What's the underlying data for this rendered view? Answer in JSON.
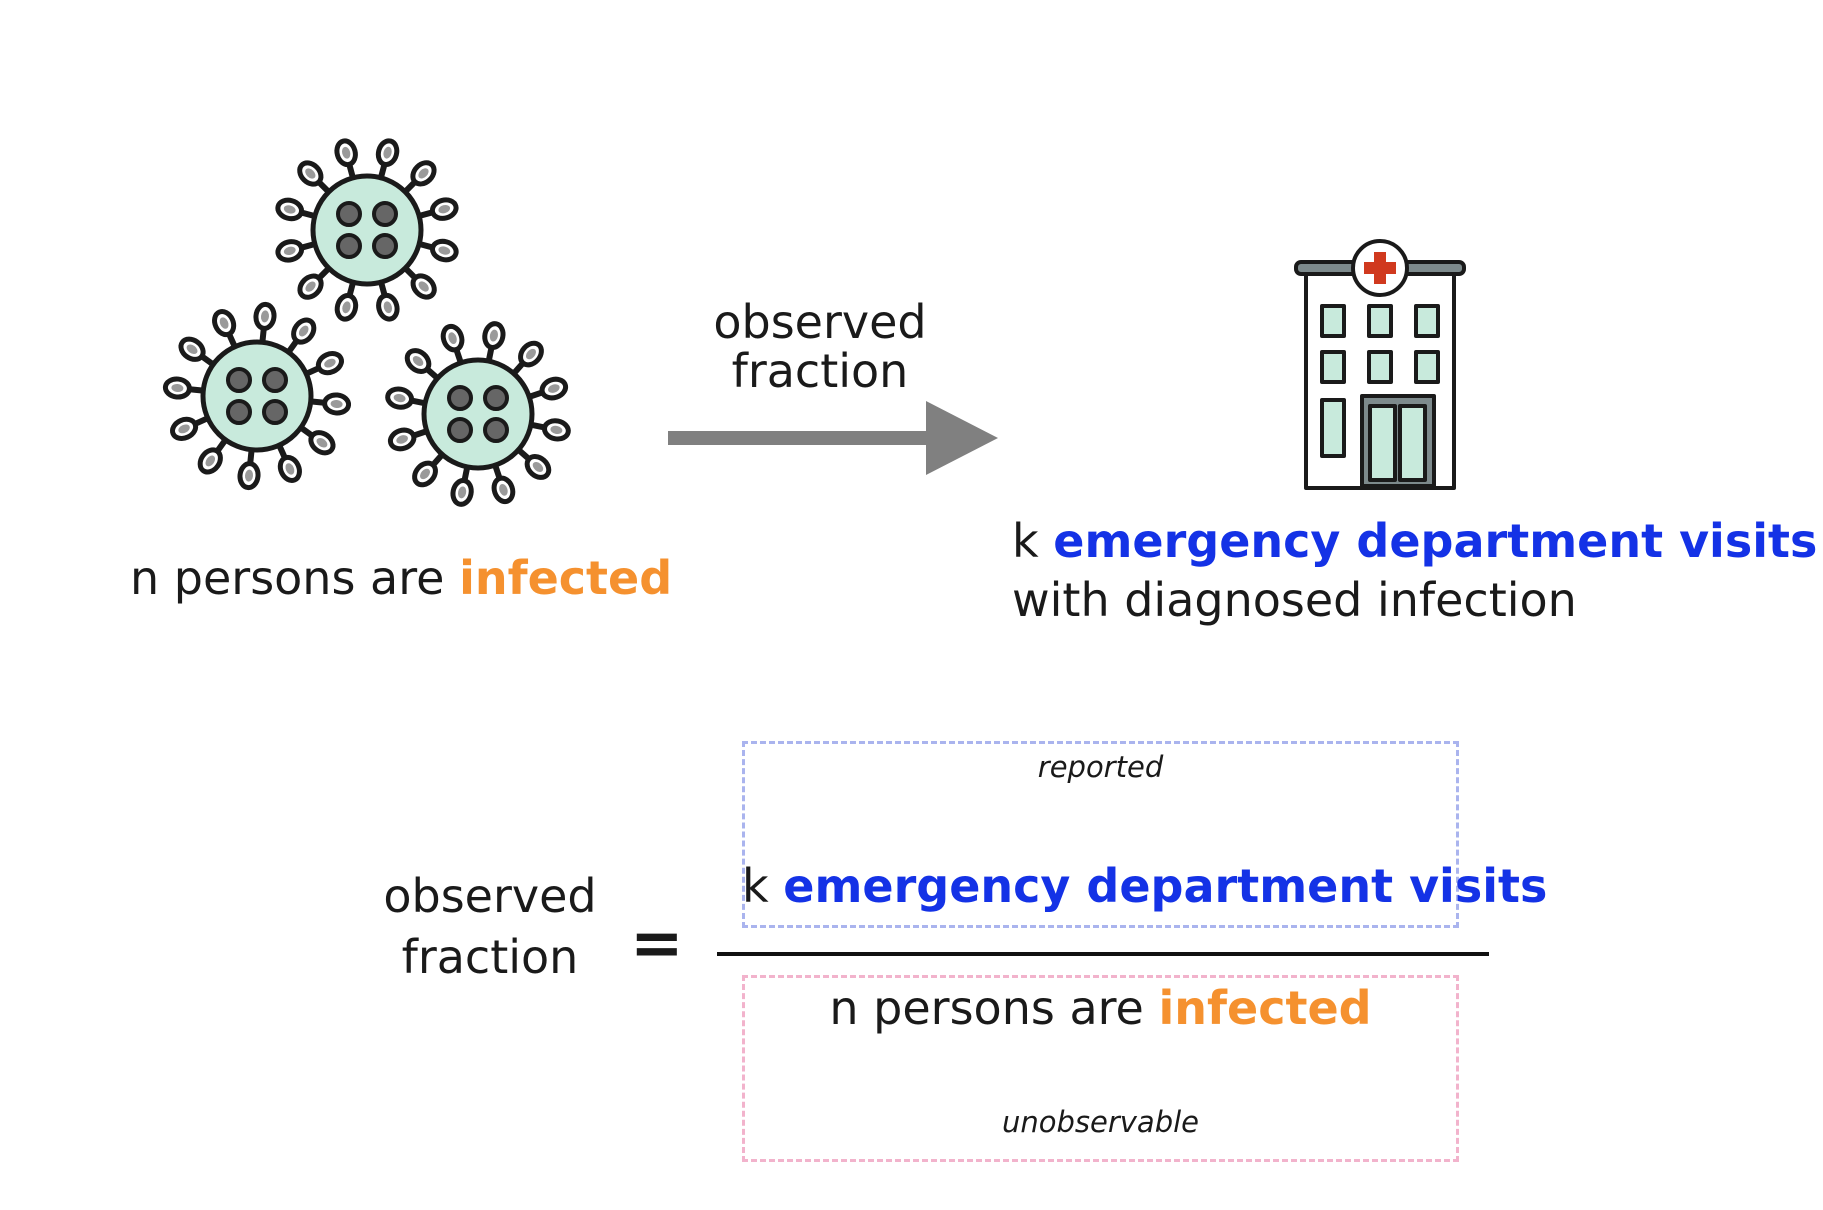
{
  "top": {
    "infected_prefix": "n persons are",
    "infected_word": "infected",
    "arrow_label_line1": "observed",
    "arrow_label_line2": "fraction",
    "visits_prefix": "k",
    "visits_word": "emergency department visits",
    "visits_line2": "with diagnosed infection"
  },
  "formula": {
    "lhs_line1": "observed",
    "lhs_line2": "fraction",
    "equals": "=",
    "numerator_caption": "reported",
    "numerator_prefix": "k",
    "numerator_word": "emergency department visits",
    "denominator_prefix": "n persons are",
    "denominator_word": "infected",
    "denominator_caption": "unobservable"
  },
  "icons": {
    "viruses": [
      "virus-icon",
      "virus-icon",
      "virus-icon"
    ],
    "hospital": "hospital-icon",
    "arrow": "arrow-right-icon"
  },
  "colors": {
    "highlight_blue": "#1432e6",
    "highlight_orange": "#f5912f",
    "virus_fill": "#c8eadc",
    "arrow_gray": "#808080",
    "hospital_cross": "#d0391e",
    "reported_box": "#aab4ee",
    "unobservable_box": "#f2b3cc"
  }
}
